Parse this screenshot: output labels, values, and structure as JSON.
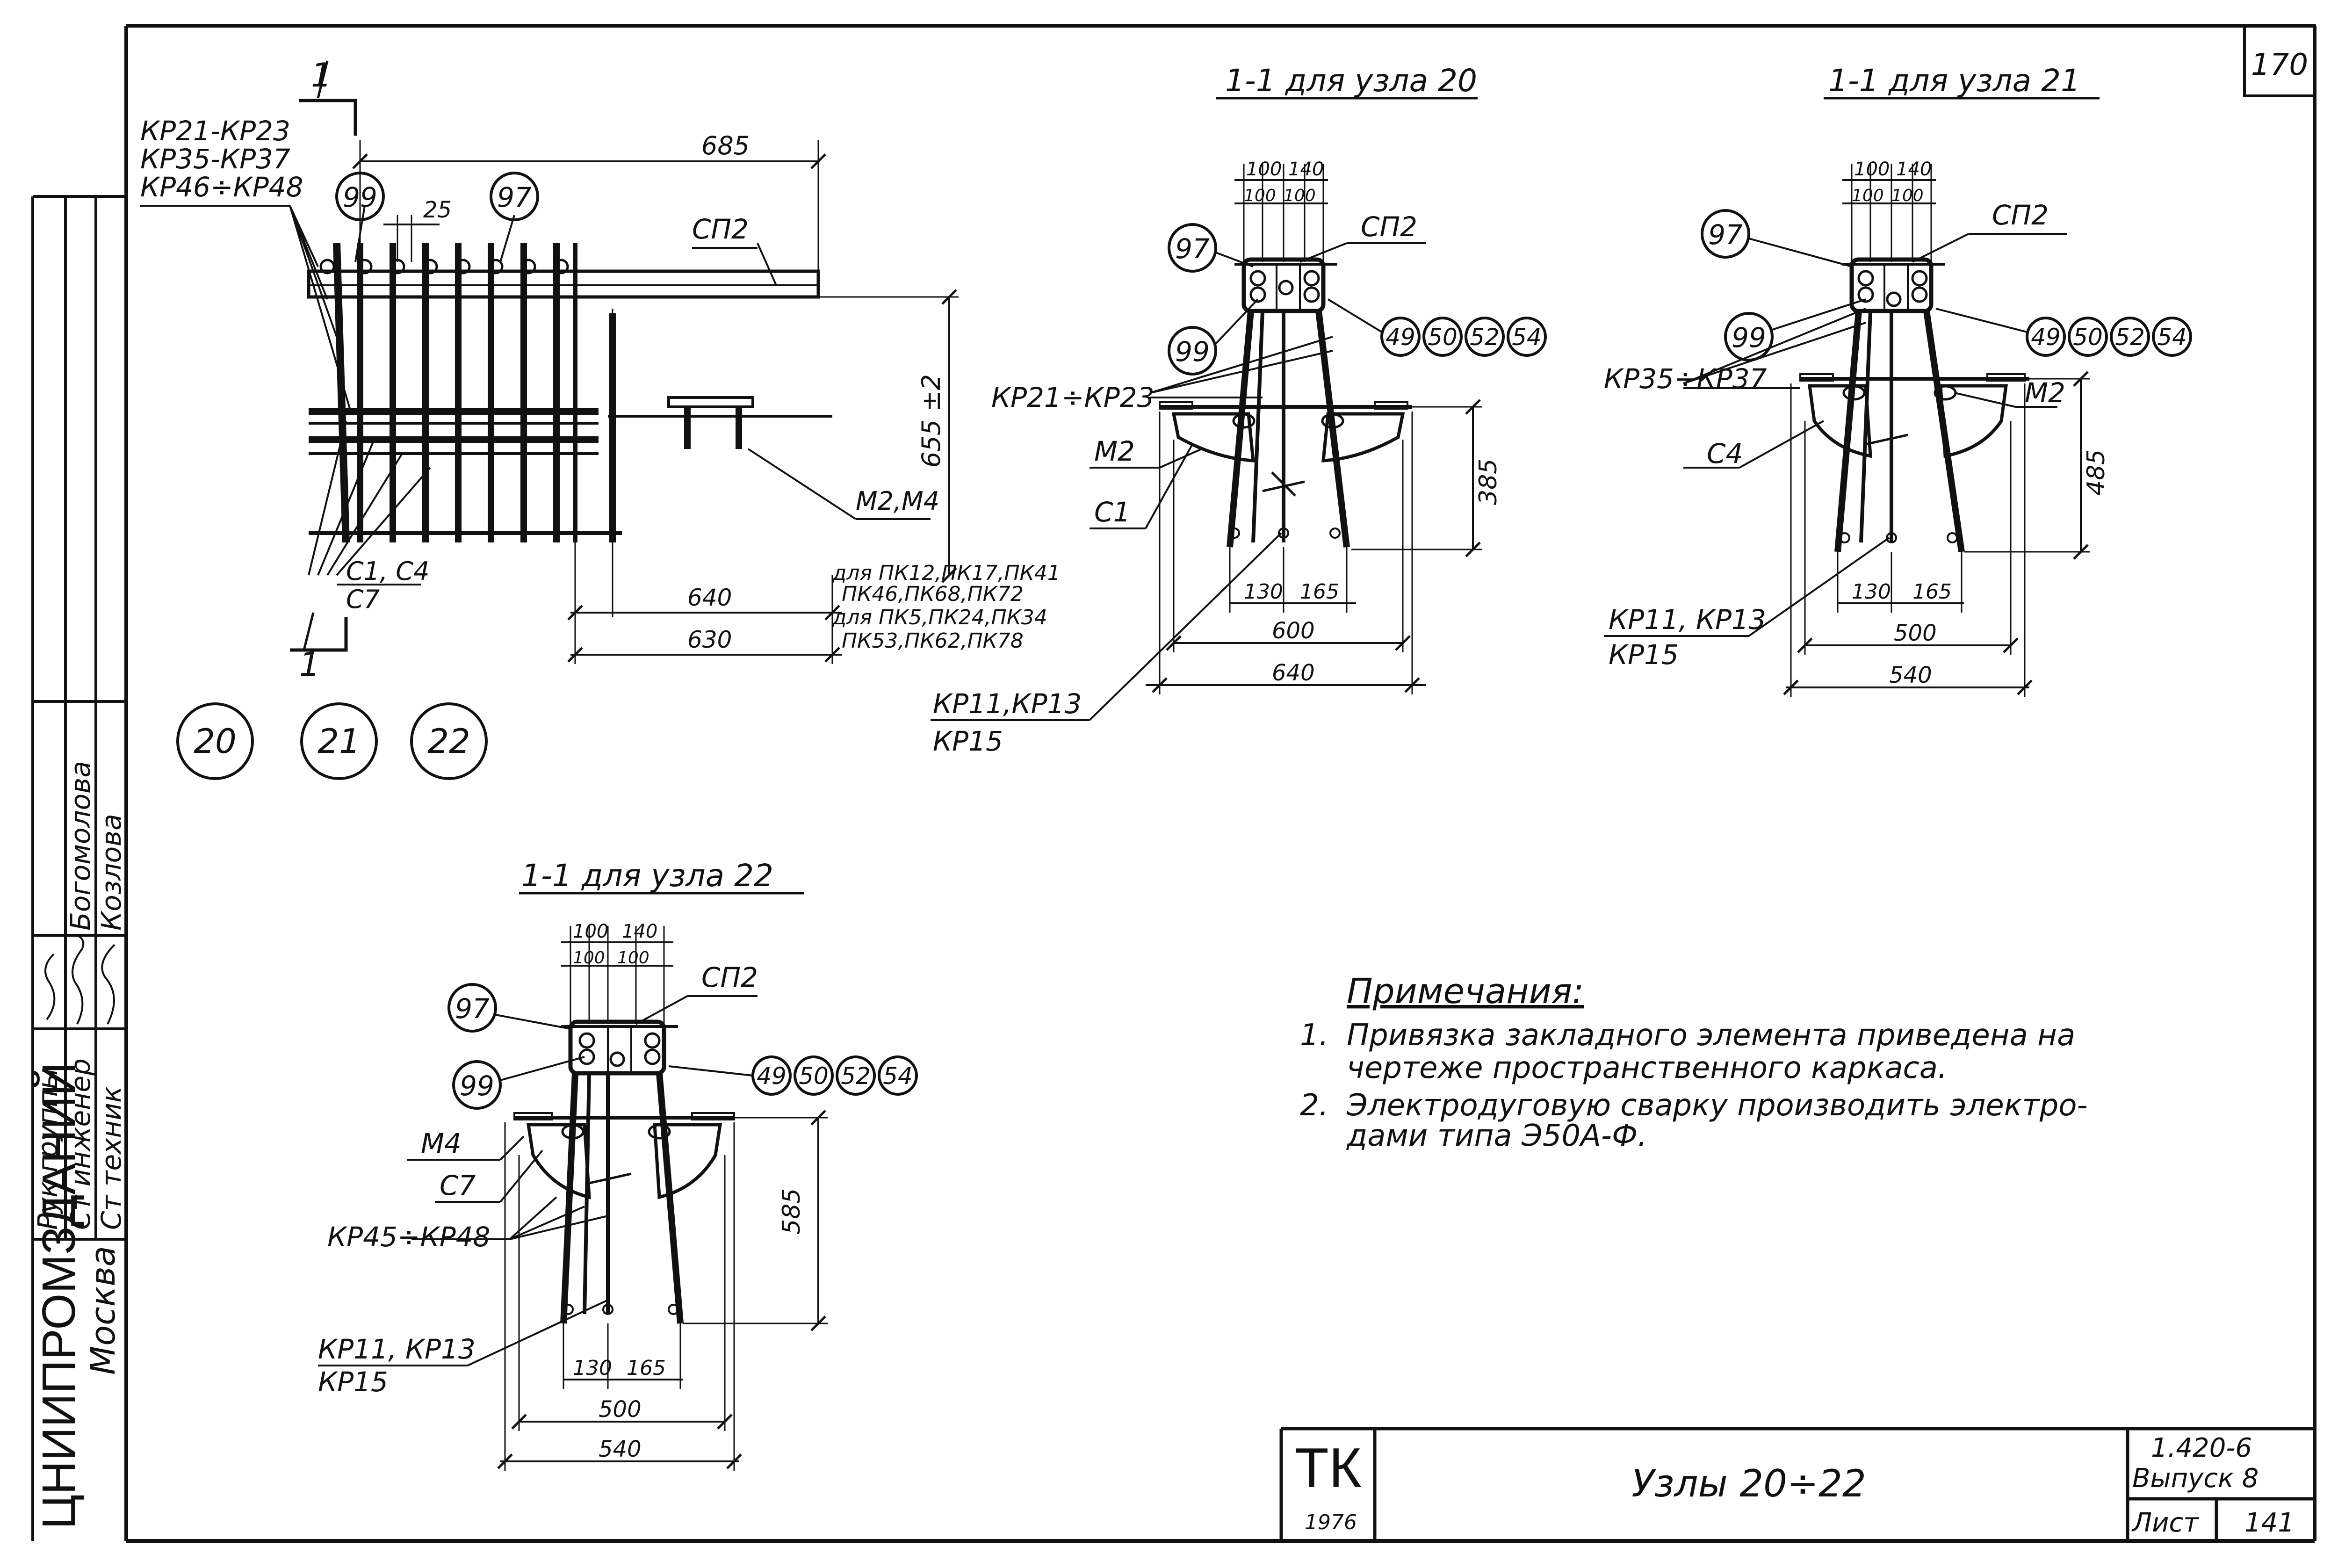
{
  "sheet_number_top": "170",
  "left_block": {
    "org_name": "ЦНИИПРОМЗДАНИЙ",
    "city": "Москва",
    "roles": [
      "Рук группы",
      "Ст инженер",
      "Ст техник"
    ],
    "names": [
      "Богомолова",
      "Козлова"
    ]
  },
  "node_circles": [
    "20",
    "21",
    "22"
  ],
  "plan_view": {
    "cut_mark": "1",
    "labels": [
      "КР21-КР23",
      "КР35-КР37",
      "КР46÷КР48"
    ],
    "balloons": [
      "99",
      "97"
    ],
    "dim_25": "25",
    "dim_685": "685",
    "sp2": "СП2",
    "dim_655": "655 ±2",
    "m2m4": "М2,М4",
    "c1c4": "С1, С4",
    "c7": "С7",
    "dim_640": "640",
    "dim_630": "630",
    "note_a1": "для ПК12,ПК17,ПК41",
    "note_a2": "ПК46,ПК68,ПК72",
    "note_b1": "для ПК5,ПК24,ПК34",
    "note_b2": "ПК53,ПК62,ПК78"
  },
  "section20": {
    "title": "1-1 для узла 20",
    "dim_top": [
      "100",
      "140",
      "100",
      "100"
    ],
    "b97": "97",
    "b99": "99",
    "sp2": "СП2",
    "circles": [
      "49",
      "50",
      "52",
      "54"
    ],
    "kr_label": "КР21÷КР23",
    "m2": "М2",
    "c1": "С1",
    "dim_h": "385",
    "dim_130": "130",
    "dim_165": "165",
    "dim_600": "600",
    "dim_640": "640",
    "kr11a": "КР11,КР13",
    "kr11b": "КР15"
  },
  "section21": {
    "title": "1-1 для узла 21",
    "dim_top": [
      "100",
      "140",
      "100",
      "100"
    ],
    "b97": "97",
    "b99": "99",
    "sp2": "СП2",
    "circles": [
      "49",
      "50",
      "52",
      "54"
    ],
    "kr_label": "КР35÷КР37",
    "m2": "М2",
    "c4": "С4",
    "dim_h": "485",
    "dim_130": "130",
    "dim_165": "165",
    "dim_500": "500",
    "dim_540": "540",
    "kr11a": "КР11, КР13",
    "kr11b": "КР15"
  },
  "section22": {
    "title": "1-1 для узла 22",
    "dim_top": [
      "100",
      "140",
      "100",
      "100"
    ],
    "b97": "97",
    "b99": "99",
    "sp2": "СП2",
    "circles": [
      "49",
      "50",
      "52",
      "54"
    ],
    "m4": "М4",
    "c7": "С7",
    "kr_label": "КР45÷КР48",
    "dim_h": "585",
    "dim_130": "130",
    "dim_165": "165",
    "dim_500": "500",
    "dim_540": "540",
    "kr11a": "КР11, КР13",
    "kr11b": "КР15"
  },
  "notes": {
    "heading": "Примечания:",
    "n1_num": "1.",
    "n1_l1": "Привязка закладного элемента приведена на",
    "n1_l2": "чертеже пространственного каркаса.",
    "n2_num": "2.",
    "n2_l1": "Электродуговую сварку производить электро-",
    "n2_l2": "дами типа Э50А-Ф."
  },
  "title_block": {
    "logo": "ТК",
    "year": "1976",
    "title": "Узлы 20÷22",
    "series": "1.420-6",
    "issue": "Выпуск 8",
    "sheet_label": "Лист",
    "sheet_no": "141"
  }
}
